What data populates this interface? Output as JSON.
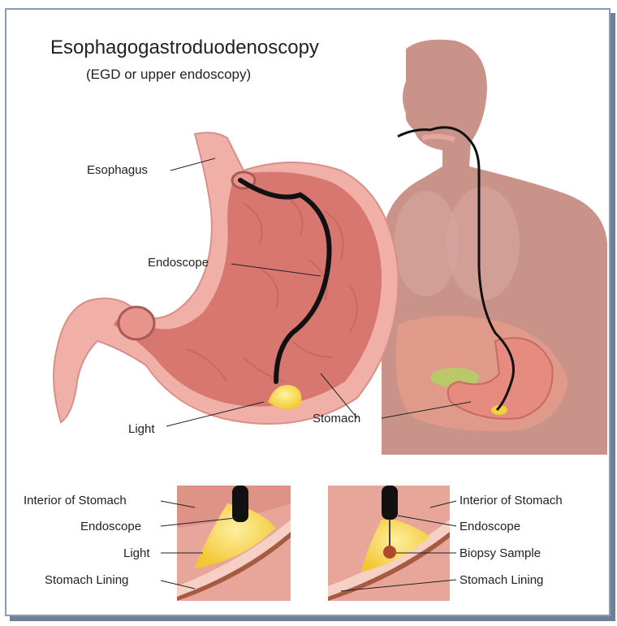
{
  "title": "Esophagogastroduodenoscopy",
  "subtitle": "(EGD or upper endoscopy)",
  "labels": {
    "esophagus": "Esophagus",
    "endoscope": "Endoscope",
    "light": "Light",
    "stomach": "Stomach"
  },
  "inset_left": {
    "interior": "Interior of Stomach",
    "endoscope": "Endoscope",
    "light": "Light",
    "lining": "Stomach Lining"
  },
  "inset_right": {
    "interior": "Interior of Stomach",
    "endoscope": "Endoscope",
    "biopsy": "Biopsy Sample",
    "lining": "Stomach Lining"
  },
  "colors": {
    "stomach_wall": "#f0b0a8",
    "stomach_inner": "#d8776f",
    "body_silhouette": "#c9938a",
    "endoscope": "#111111",
    "light": "#f2d23a"
  }
}
